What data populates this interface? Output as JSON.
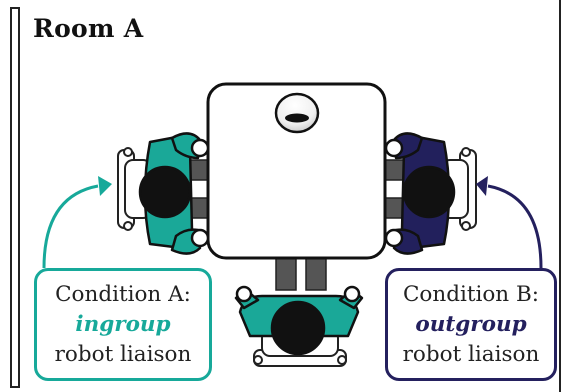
{
  "room": {
    "title": "Room A"
  },
  "conditions": {
    "a": {
      "line1": "Condition A:",
      "group": "ingroup",
      "line3": "robot liaison",
      "color": "#17a99a"
    },
    "b": {
      "line1": "Condition B:",
      "group": "outgroup",
      "line3": "robot liaison",
      "color": "#24205e"
    }
  },
  "colors": {
    "participant": "#1aa898",
    "outline": "#111111",
    "outgroup_person": "#22205c"
  }
}
